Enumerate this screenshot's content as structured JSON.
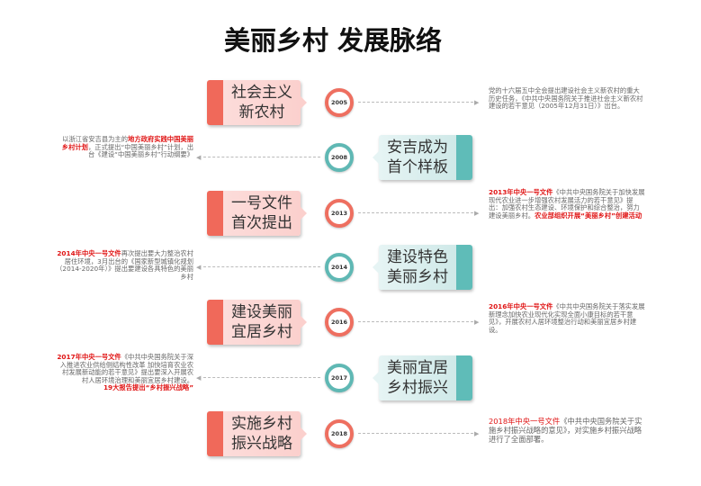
{
  "title": "美丽乡村 发展脉络",
  "items": [
    {
      "year": "2005",
      "label": "社会主义\n新农村",
      "desc": [
        {
          "t": "党的十六届五中全会提出建设社会主义新农村的重大历史任务，《中共中央国务院关于推进社会主义新农村建设的若干意见（2005年12月31日）》出台。"
        }
      ]
    },
    {
      "year": "2008",
      "label": "安吉成为\n首个样板",
      "desc": [
        {
          "t": "以浙江省安吉县为主的"
        },
        {
          "t": "地方政府实践中国美丽乡村计划",
          "r": true
        },
        {
          "t": "，正式提出“中国美丽乡村”计划，出台《建设“中国美丽乡村”行动纲要》"
        }
      ]
    },
    {
      "year": "2013",
      "label": "一号文件\n首次提出",
      "desc": [
        {
          "t": "2013年中央一号文件",
          "r": true
        },
        {
          "t": "《中共中央国务院关于加快发展现代农业进一步增强农村发展活力的若干意见》提出：加强农村生态建设、环境保护和综合整治，努力建设美丽乡村。"
        },
        {
          "t": "农业部组织开展“美丽乡村”创建活动",
          "r": true
        }
      ]
    },
    {
      "year": "2014",
      "label": "建设特色\n美丽乡村",
      "desc": [
        {
          "t": "2014年中央一号文件",
          "r": true
        },
        {
          "t": "再次提出要大力整治农村居住环境，3月出台的《国家新型城镇化规划（2014-2020年）》提出要建设各具特色的美丽乡村"
        }
      ]
    },
    {
      "year": "2016",
      "label": "建设美丽\n宜居乡村",
      "desc": [
        {
          "t": "2016年中央一号文件",
          "r": true
        },
        {
          "t": "《中共中央国务院关于落实发展新理念加快农业现代化实现全面小康目标的若干意见》，开展农村人居环境整治行动和美丽宜居乡村建设。"
        }
      ]
    },
    {
      "year": "2017",
      "label": "美丽宜居\n乡村振兴",
      "desc": [
        {
          "t": "2017年中央一号文件",
          "r": true
        },
        {
          "t": "《中共中央国务院关于深入推进农业供给侧结构性改革 加快培育农业农村发展新动能的若干意见》提出要深入开展农村人居环境治理和美丽宜居乡村建设。"
        },
        {
          "t": "19大报告提出“乡村振兴战略”",
          "r": true,
          "br": true
        }
      ]
    },
    {
      "year": "2018",
      "label": "实施乡村\n振兴战略",
      "desc": [
        {
          "t": "2018年中央一号文件",
          "r": true,
          "plain": true
        },
        {
          "t": "《中共中央国务院关于实施乡村振兴战略的意见》，对实施乡村振兴战略进行了全面部署。"
        }
      ]
    }
  ],
  "colors": {
    "pink": "#f0695a",
    "teal": "#5fbcb8",
    "red": "#e01515"
  }
}
